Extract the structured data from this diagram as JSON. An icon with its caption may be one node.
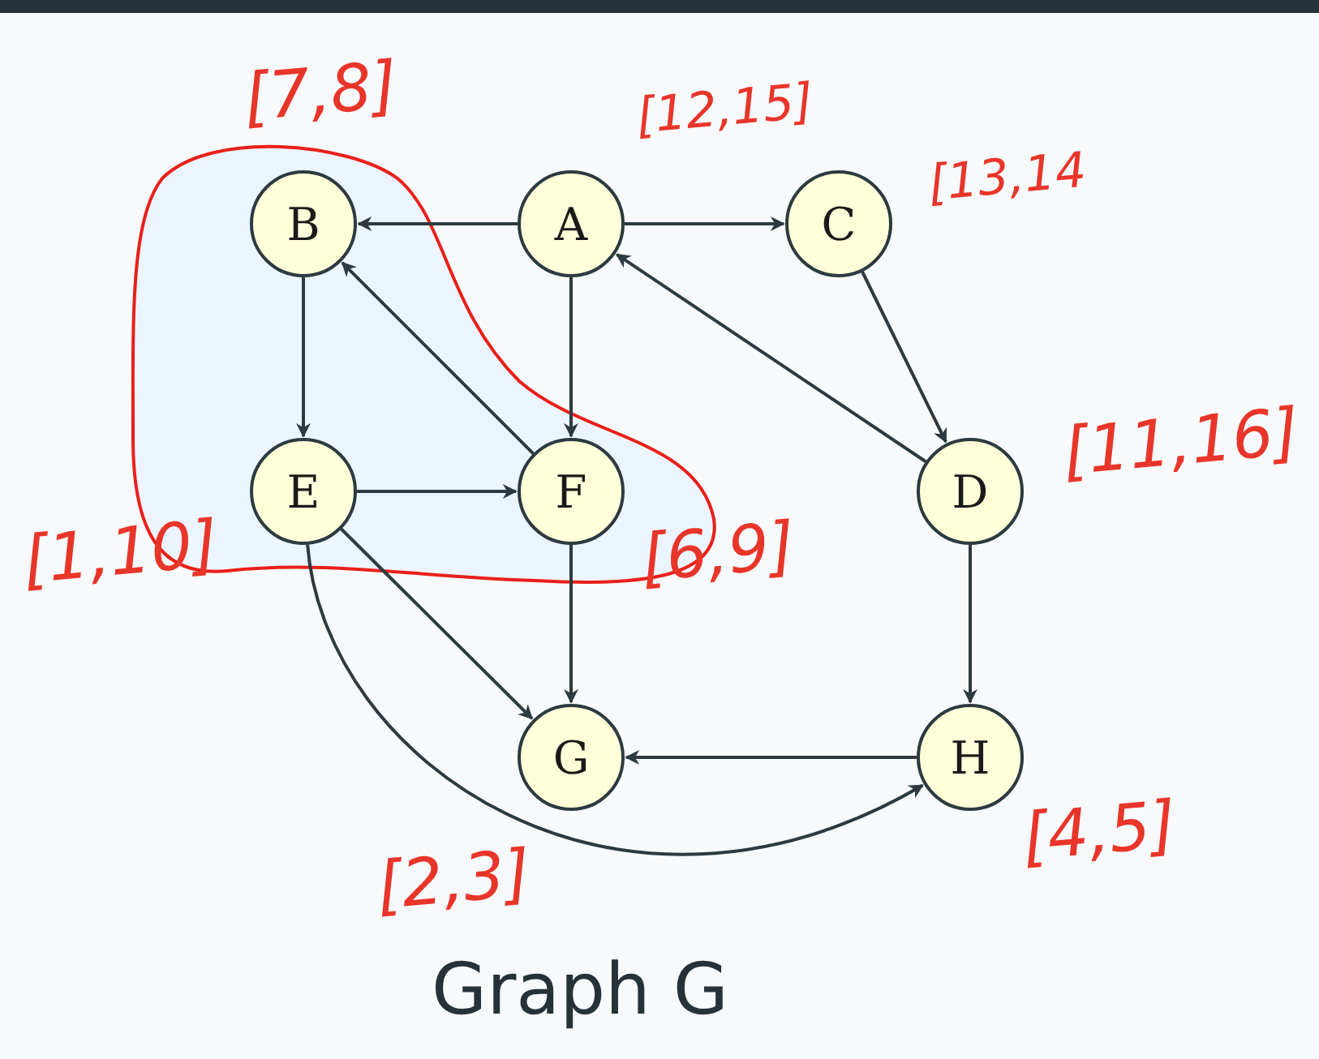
{
  "diagram": {
    "caption": "Graph G",
    "nodes": [
      {
        "text": [],
        "shape": "blob"
      },
      {
        "text": [
          "B"
        ],
        "in": 0,
        "beside": [
          "[7,8]"
        ]
      },
      {
        "text": [
          "A"
        ],
        "beside": [
          "[12,15]"
        ]
      },
      {
        "text": [
          "C"
        ],
        "beside": [
          "[13,14"
        ]
      },
      {
        "text": [
          "E"
        ],
        "in": 0,
        "beside": [
          "[1,10]"
        ]
      },
      {
        "text": [
          "F"
        ],
        "in": 0,
        "beside": [
          "[6,9]"
        ]
      },
      {
        "text": [
          "D"
        ],
        "beside": [
          "[11,16]"
        ]
      },
      {
        "text": [
          "G"
        ],
        "beside": [
          "[2,3]"
        ]
      },
      {
        "text": [
          "H"
        ],
        "beside": [
          "[4,5]"
        ]
      }
    ],
    "edges": [
      {
        "from": 2,
        "to": 1,
        "arrow": "to"
      },
      {
        "from": 2,
        "to": 3,
        "arrow": "to"
      },
      {
        "from": 2,
        "to": 5,
        "arrow": "to"
      },
      {
        "from": 1,
        "to": 4,
        "arrow": "to"
      },
      {
        "from": 5,
        "to": 1,
        "arrow": "to"
      },
      {
        "from": 4,
        "to": 5,
        "arrow": "to"
      },
      {
        "from": 4,
        "to": 7,
        "arrow": "to"
      },
      {
        "from": 5,
        "to": 7,
        "arrow": "to"
      },
      {
        "from": 3,
        "to": 6,
        "arrow": "to"
      },
      {
        "from": 6,
        "to": 2,
        "arrow": "to"
      },
      {
        "from": 6,
        "to": 8,
        "arrow": "to"
      },
      {
        "from": 8,
        "to": 7,
        "arrow": "to"
      },
      {
        "from": 4,
        "to": 8,
        "arrow": "to"
      }
    ]
  }
}
